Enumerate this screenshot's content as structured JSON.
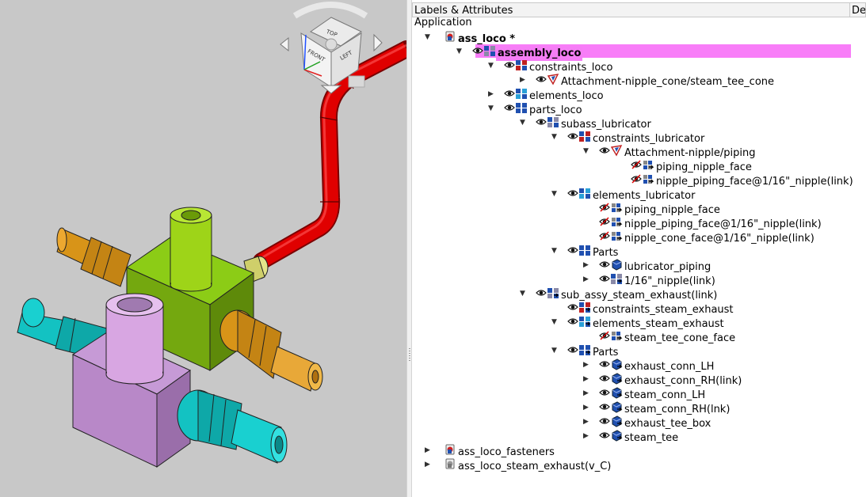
{
  "tree_panel": {
    "columns": [
      "Labels & Attributes",
      "De"
    ],
    "root": "Application",
    "rows": [
      {
        "depth": 0,
        "expander": "open",
        "eye": "none",
        "icon": "assembly-red-icon",
        "label": "ass_loco *",
        "bold": true
      },
      {
        "depth": 1,
        "expander": "open",
        "eye": "open",
        "icon": "assembly-icon",
        "label": "assembly_loco",
        "bold": true,
        "selected": true
      },
      {
        "depth": 2,
        "expander": "open",
        "eye": "open",
        "icon": "constraints-icon",
        "label": "constraints_loco"
      },
      {
        "depth": 3,
        "expander": "closed",
        "eye": "open",
        "icon": "constraint-icon",
        "label": "Attachment-nipple_cone/steam_tee_cone"
      },
      {
        "depth": 2,
        "expander": "closed",
        "eye": "open",
        "icon": "elements-icon",
        "label": "elements_loco"
      },
      {
        "depth": 2,
        "expander": "open",
        "eye": "open",
        "icon": "parts-icon",
        "label": "parts_loco"
      },
      {
        "depth": 3,
        "expander": "open",
        "eye": "open",
        "icon": "assembly-icon",
        "label": "subass_lubricator"
      },
      {
        "depth": 4,
        "expander": "open",
        "eye": "open",
        "icon": "constraints-icon",
        "label": "constraints_lubricator"
      },
      {
        "depth": 5,
        "expander": "open",
        "eye": "open",
        "icon": "constraint-icon",
        "label": "Attachment-nipple/piping"
      },
      {
        "depth": 6,
        "expander": "none",
        "eye": "hidden",
        "icon": "link-element-icon",
        "label": "piping_nipple_face"
      },
      {
        "depth": 6,
        "expander": "none",
        "eye": "hidden",
        "icon": "link-element-icon",
        "label": "nipple_piping_face@1/16\"_nipple(link)"
      },
      {
        "depth": 4,
        "expander": "open",
        "eye": "open",
        "icon": "elements-icon",
        "label": "elements_lubricator"
      },
      {
        "depth": 5,
        "expander": "none",
        "eye": "hidden",
        "icon": "link-element-icon",
        "label": "piping_nipple_face"
      },
      {
        "depth": 5,
        "expander": "none",
        "eye": "hidden",
        "icon": "link-element-icon",
        "label": "nipple_piping_face@1/16\"_nipple(link)"
      },
      {
        "depth": 5,
        "expander": "none",
        "eye": "hidden",
        "icon": "link-element-icon",
        "label": "nipple_cone_face@1/16\"_nipple(link)"
      },
      {
        "depth": 4,
        "expander": "open",
        "eye": "open",
        "icon": "parts-icon",
        "label": "Parts"
      },
      {
        "depth": 5,
        "expander": "closed",
        "eye": "open",
        "icon": "part-icon",
        "label": "lubricator_piping"
      },
      {
        "depth": 5,
        "expander": "closed",
        "eye": "open",
        "icon": "link-assembly-icon",
        "label": "1/16\"_nipple(link)"
      },
      {
        "depth": 3,
        "expander": "open",
        "eye": "open",
        "icon": "link-assembly-icon",
        "label": "sub_assy_steam_exhaust(link)"
      },
      {
        "depth": 4,
        "expander": "none",
        "eye": "open",
        "icon": "link-constraints-icon",
        "label": "constraints_steam_exhaust"
      },
      {
        "depth": 4,
        "expander": "open",
        "eye": "open",
        "icon": "link-elements-icon",
        "label": "elements_steam_exhaust"
      },
      {
        "depth": 5,
        "expander": "none",
        "eye": "hidden",
        "icon": "link-element-icon",
        "label": "steam_tee_cone_face"
      },
      {
        "depth": 4,
        "expander": "open",
        "eye": "open",
        "icon": "link-parts-icon",
        "label": "Parts"
      },
      {
        "depth": 5,
        "expander": "closed",
        "eye": "open",
        "icon": "link-part-icon",
        "label": "exhaust_conn_LH"
      },
      {
        "depth": 5,
        "expander": "closed",
        "eye": "open",
        "icon": "link-part-icon",
        "label": "exhaust_conn_RH(link)"
      },
      {
        "depth": 5,
        "expander": "closed",
        "eye": "open",
        "icon": "link-part-icon",
        "label": "steam_conn_LH"
      },
      {
        "depth": 5,
        "expander": "closed",
        "eye": "open",
        "icon": "link-part-icon",
        "label": "steam_conn_RH(lnk)"
      },
      {
        "depth": 5,
        "expander": "closed",
        "eye": "open",
        "icon": "link-part-icon",
        "label": "exhaust_tee_box"
      },
      {
        "depth": 5,
        "expander": "closed",
        "eye": "open",
        "icon": "link-part-icon",
        "label": "steam_tee"
      },
      {
        "depth": 0,
        "expander": "closed",
        "eye": "none",
        "icon": "assembly-red-icon",
        "label": "ass_loco_fasteners"
      },
      {
        "depth": 0,
        "expander": "closed",
        "eye": "none",
        "icon": "assembly-grey-icon",
        "label": "ass_loco_steam_exhaust(v_C)"
      }
    ]
  },
  "viewport": {
    "navcube_faces": [
      "TOP",
      "FRONT",
      "LEFT"
    ],
    "colors": {
      "background": "#c8c8c8",
      "pipe": "#e00000",
      "lime_block": "#74a80f",
      "lime_cylinder": "#9ed418",
      "orange_fitting": "#d89418",
      "cyan_fitting": "#13c2c2",
      "purple_block": "#b888c8",
      "yellow_collar": "#e4e48a",
      "selection": "#f57ef5"
    }
  }
}
